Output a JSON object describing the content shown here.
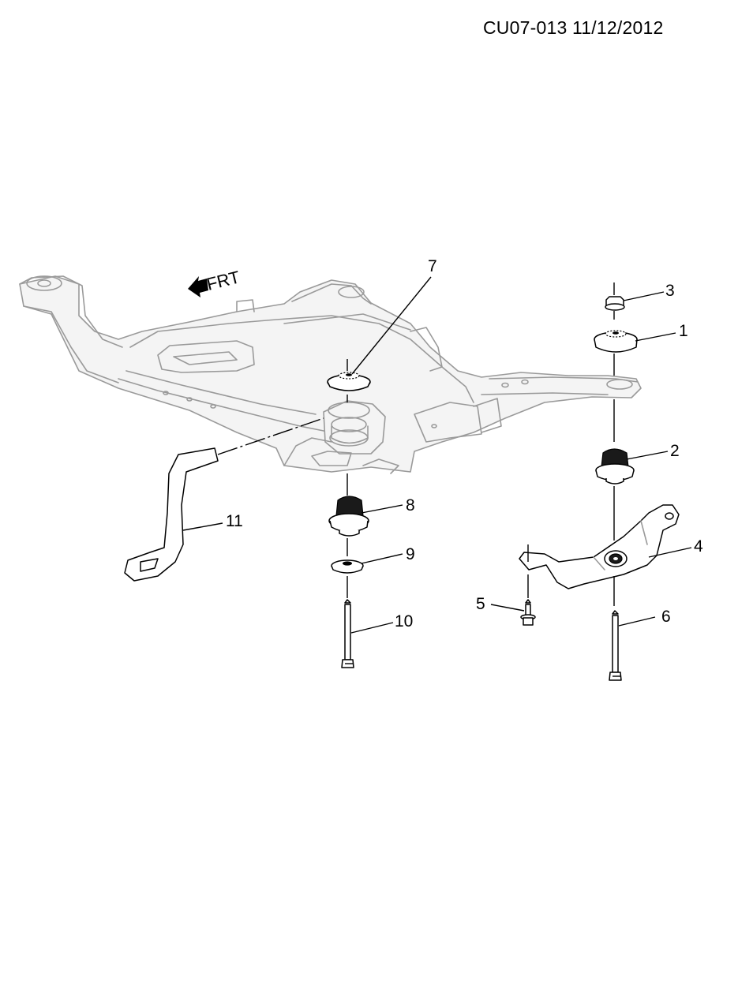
{
  "header": {
    "code": "CU07-013  11/12/2012"
  },
  "direction_label": "FRT",
  "callouts": {
    "c1": "1",
    "c2": "2",
    "c3": "3",
    "c4": "4",
    "c5": "5",
    "c6": "6",
    "c7": "7",
    "c8": "8",
    "c9": "9",
    "c10": "10",
    "c11": "11"
  }
}
